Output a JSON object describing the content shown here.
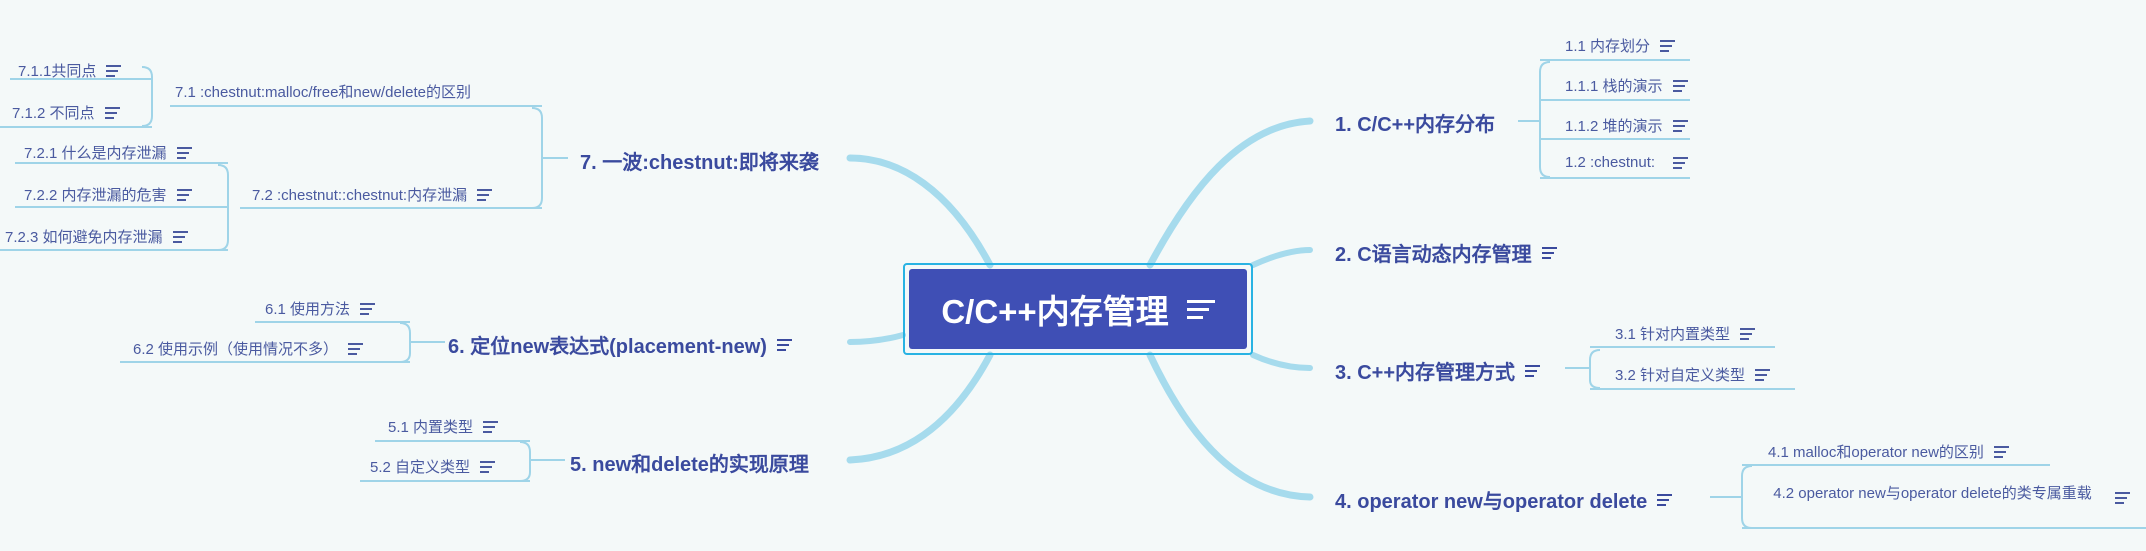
{
  "central": {
    "label": "C/C++内存管理"
  },
  "branches": {
    "b1": {
      "label": "1. C/C++内存分布",
      "children": [
        "1.1 内存划分",
        "1.1.1 栈的演示",
        "1.1.2 堆的演示",
        "1.2 :chestnut:"
      ]
    },
    "b2": {
      "label": "2. C语言动态内存管理"
    },
    "b3": {
      "label": "3. C++内存管理方式",
      "children": [
        "3.1 针对内置类型",
        "3.2 针对自定义类型"
      ]
    },
    "b4": {
      "label": "4. operator new与operator delete",
      "children": [
        "4.1 malloc和operator new的区别",
        "4.2 operator new与operator delete的类专属重载"
      ]
    },
    "b5": {
      "label": "5. new和delete的实现原理",
      "children": [
        "5.1 内置类型",
        "5.2 自定义类型"
      ]
    },
    "b6": {
      "label": "6. 定位new表达式(placement-new)",
      "children": [
        "6.1 使用方法",
        "6.2 使用示例（使用情况不多）"
      ]
    },
    "b7": {
      "label": "7. 一波:chestnut:即将来袭",
      "children": [
        {
          "label": "7.1 :chestnut:malloc/free和new/delete的区别",
          "children": [
            "7.1.1共同点",
            "7.1.2 不同点"
          ]
        },
        {
          "label": "7.2 :chestnut::chestnut:内存泄漏",
          "children": [
            "7.2.1 什么是内存泄漏",
            "7.2.2 内存泄漏的危害",
            "7.2.3 如何避免内存泄漏"
          ]
        }
      ]
    }
  },
  "colors": {
    "central_fill": "#3f4fb5",
    "central_border": "#29b3e3",
    "main_text": "#3a4a9e",
    "sub_text": "#4a5aa0",
    "branch_line": "#a6dbed",
    "sub_line": "#9fd4e8",
    "background": "#f4f9f9"
  }
}
